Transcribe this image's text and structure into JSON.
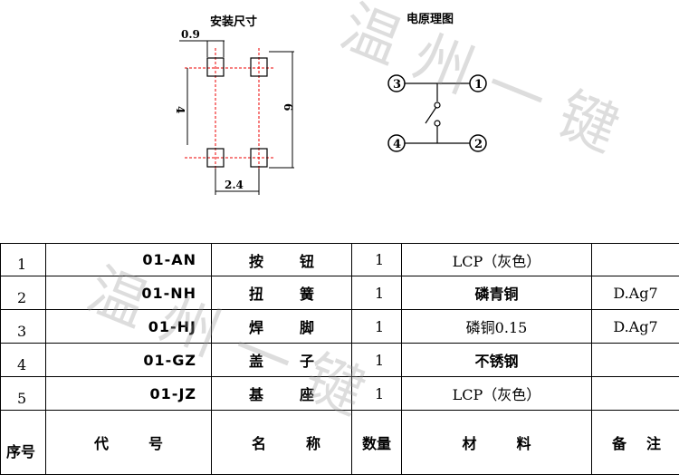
{
  "mount_diagram": {
    "title": "安装尺寸",
    "dim_pad": "0.9",
    "dim_height": "4",
    "dim_width": "2.4",
    "dim_overall": "6"
  },
  "schematic": {
    "title": "电原理图",
    "pins": [
      "3",
      "1",
      "4",
      "2"
    ]
  },
  "parts_table": {
    "rows": [
      {
        "idx": "1",
        "code": "01-AN",
        "name": "按钮",
        "qty": "1",
        "material": "LCP（灰色）",
        "note": ""
      },
      {
        "idx": "2",
        "code": "01-NH",
        "name": "扭簧",
        "qty": "1",
        "material": "磷青铜",
        "note": "D.Ag7"
      },
      {
        "idx": "3",
        "code": "01-HJ",
        "name": "焊脚",
        "qty": "1",
        "material": "磷铜0.15",
        "note": "D.Ag7"
      },
      {
        "idx": "4",
        "code": "01-GZ",
        "name": "盖子",
        "qty": "1",
        "material": "不锈钢",
        "note": ""
      },
      {
        "idx": "5",
        "code": "01-JZ",
        "name": "基座",
        "qty": "1",
        "material": "LCP（灰色）",
        "note": ""
      }
    ],
    "header": {
      "idx": "序号",
      "code": "代号",
      "name": "名称",
      "qty": "数量",
      "material": "材料",
      "note": "备注"
    }
  },
  "watermark": "温州一键"
}
